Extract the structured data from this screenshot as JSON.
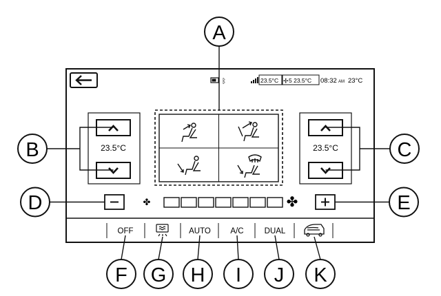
{
  "callouts": [
    "A",
    "B",
    "C",
    "D",
    "E",
    "F",
    "G",
    "H",
    "I",
    "J",
    "K"
  ],
  "status_bar": {
    "outside_temp": "23.5°C",
    "set_temp": "5 23.5°C",
    "time": "08:32",
    "ampm": "AM",
    "right_temp": "23°C"
  },
  "left_zone": {
    "temperature": "23.5°C"
  },
  "right_zone": {
    "temperature": "23.5°C"
  },
  "fan": {
    "level_filled": 0,
    "level_total": 7
  },
  "bottom_bar": {
    "off": "OFF",
    "auto": "AUTO",
    "ac": "A/C",
    "dual": "DUAL"
  },
  "icons": {
    "back": "back-arrow-icon",
    "fan_low": "fan-icon",
    "fan_high": "fan-icon",
    "rear_defrost": "rear-defrost-icon",
    "recirculation": "air-recirculation-icon"
  }
}
